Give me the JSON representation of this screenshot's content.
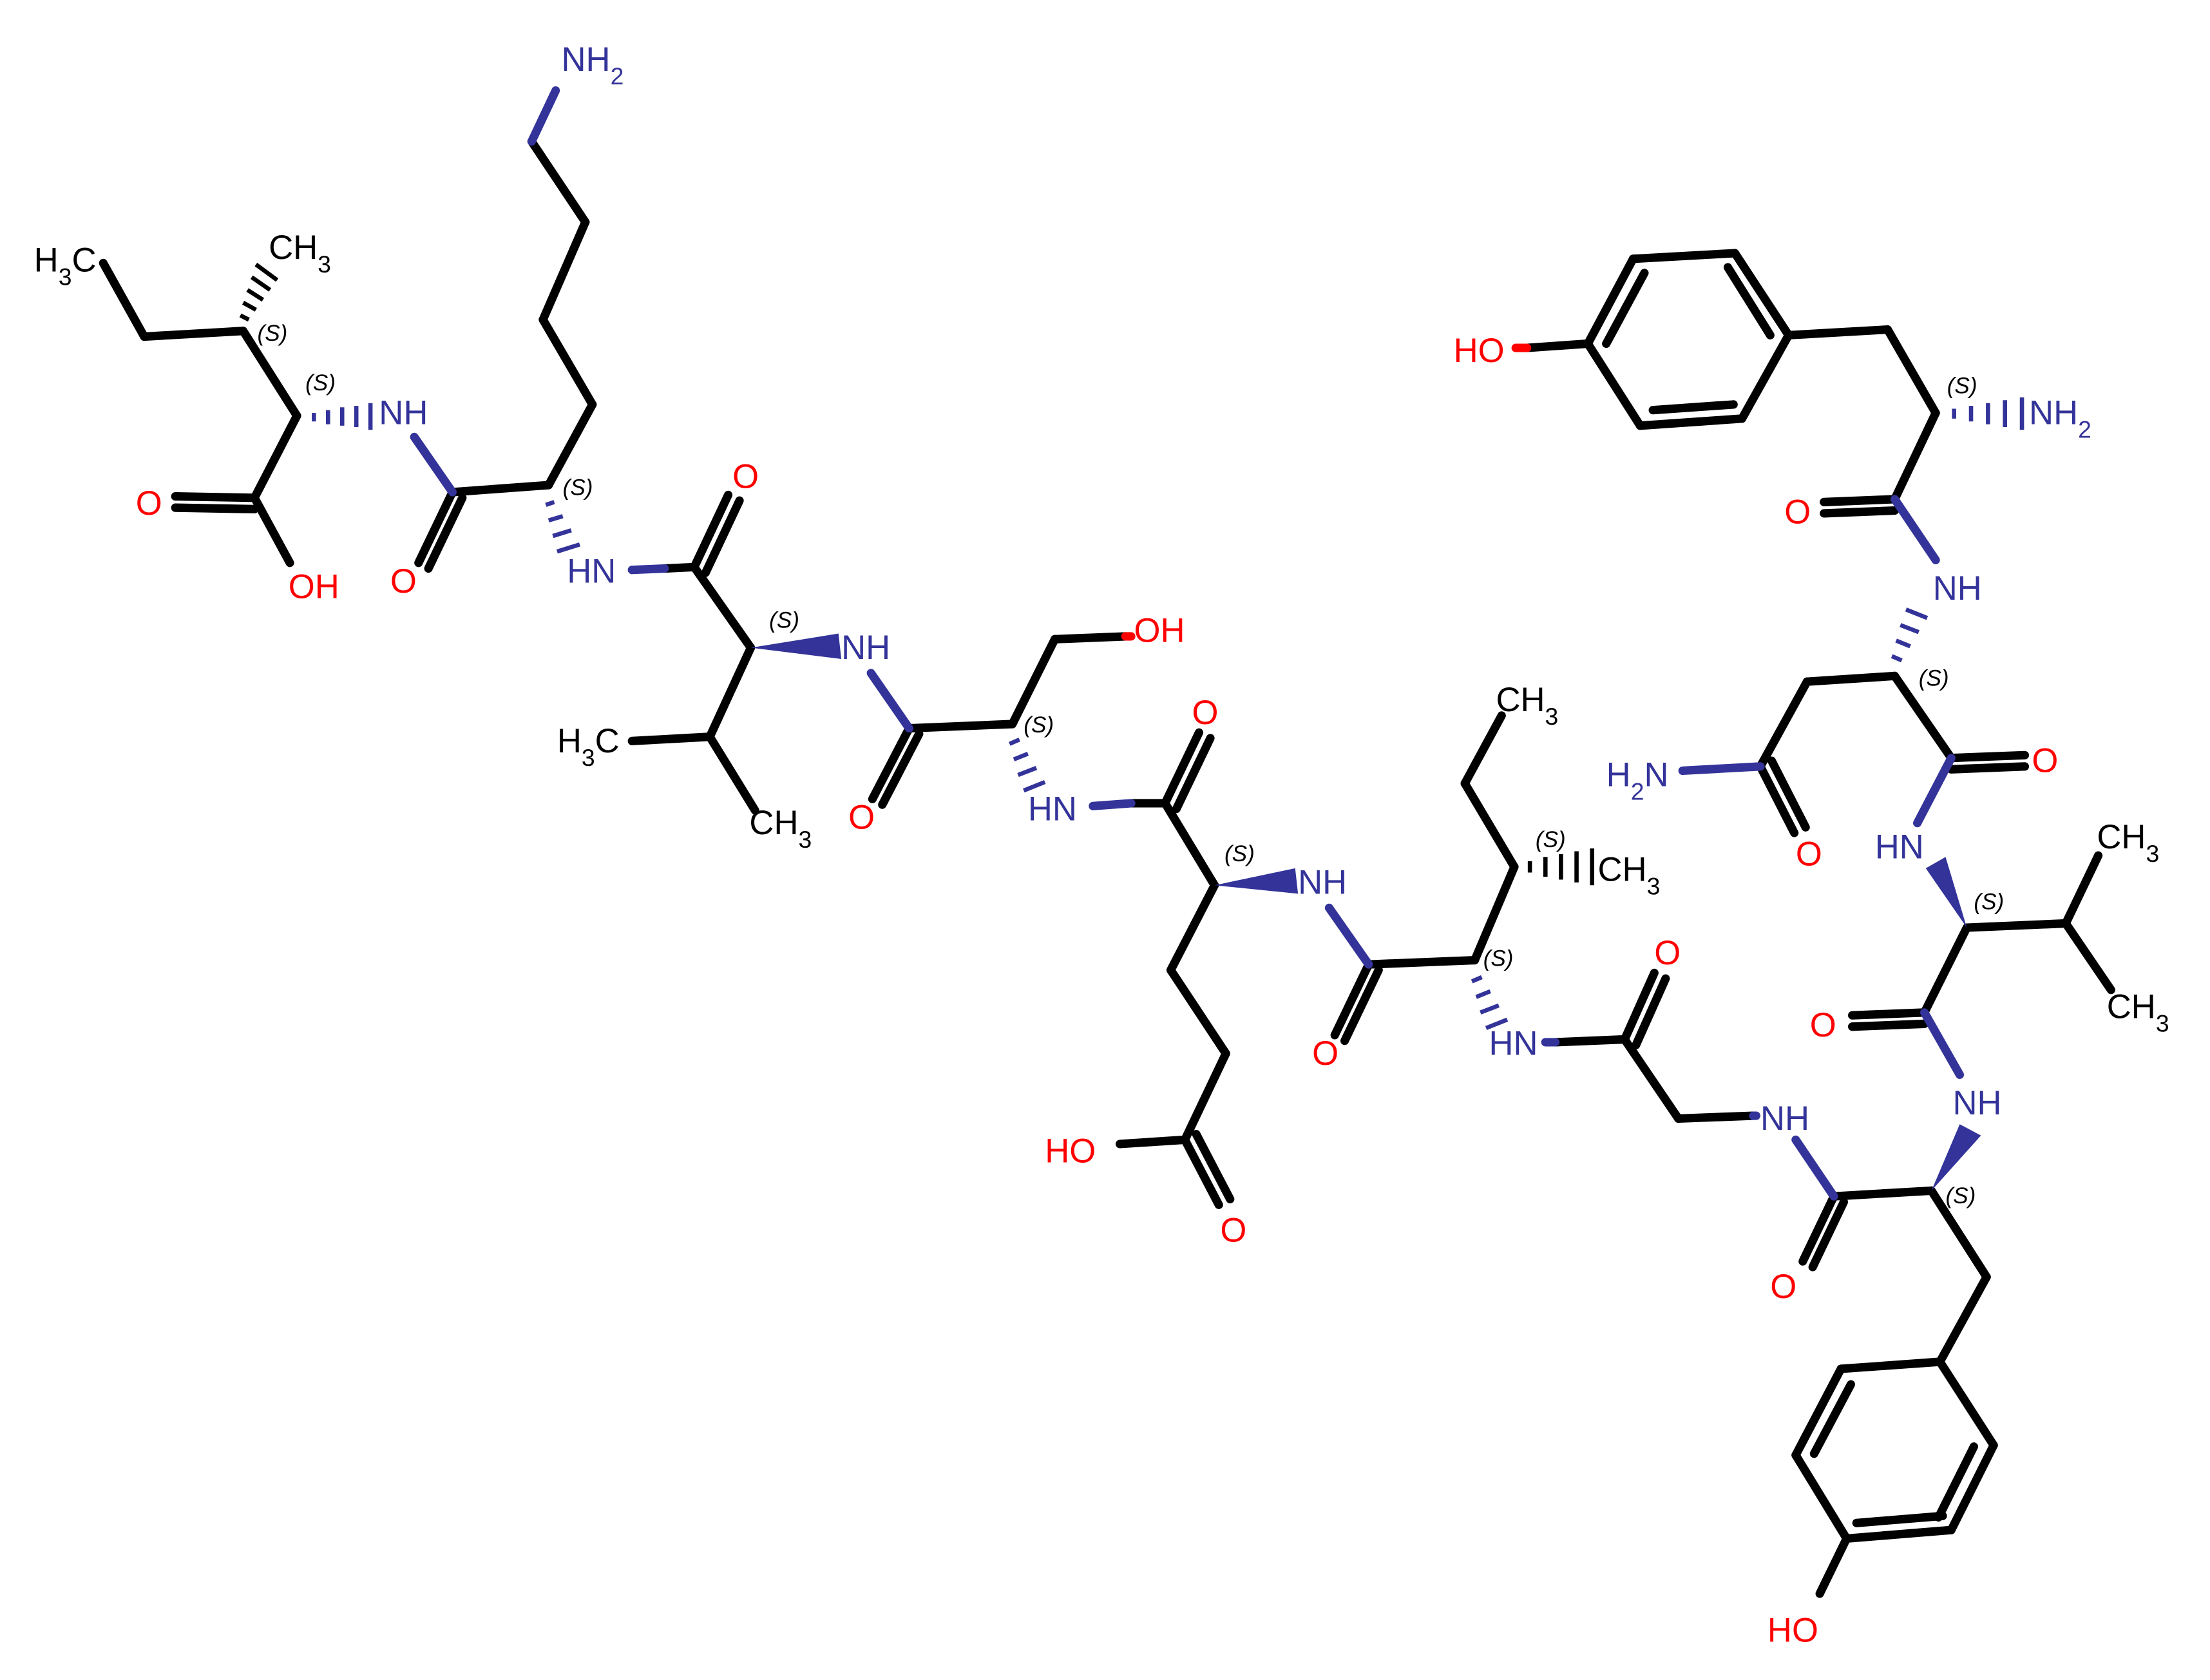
{
  "colors": {
    "carbon": "#000000",
    "nitrogen": "#33339a",
    "oxygen": "#ff0000",
    "background": "#ffffff"
  },
  "atoms": {
    "nh2_lys": "NH2",
    "ch3_ile1_ethyl": "H3C",
    "ch3_ile1_methyl": "CH3",
    "nh_ile1": "NH",
    "o_ile1_acid": "O",
    "oh_ile1_acid": "OH",
    "o_lys_amide": "O",
    "hn_lys": "HN",
    "o_val1_amide": "O",
    "nh_val1": "NH",
    "ch3_val1_a": "H3C",
    "ch3_val1_b": "CH3",
    "oh_ser": "OH",
    "o_ser_amide": "O",
    "hn_ser": "HN",
    "o_glu_amide": "O",
    "nh_glu": "NH",
    "ho_glu_acid": "HO",
    "o_glu_acid": "O",
    "ch3_ile2_ethyl": "CH3",
    "ch3_ile2_methyl": "CH3",
    "o_ile2_amide": "O",
    "hn_ile2": "HN",
    "o_gly_amide": "O",
    "nh_gly": "NH",
    "ho_tyr1": "HO",
    "nh2_tyr1": "NH2",
    "o_tyr1_amide": "O",
    "nh_asn": "NH",
    "h2n_asn_side": "H2N",
    "o_asn_side": "O",
    "o_asn_amide": "O",
    "hn_val2": "HN",
    "ch3_val2_a": "CH3",
    "ch3_val2_b": "CH3",
    "o_val2_amide": "O",
    "nh_tyr2": "NH",
    "o_tyr2_amide": "O",
    "ho_tyr2": "HO"
  },
  "stereo_label": "(S)"
}
